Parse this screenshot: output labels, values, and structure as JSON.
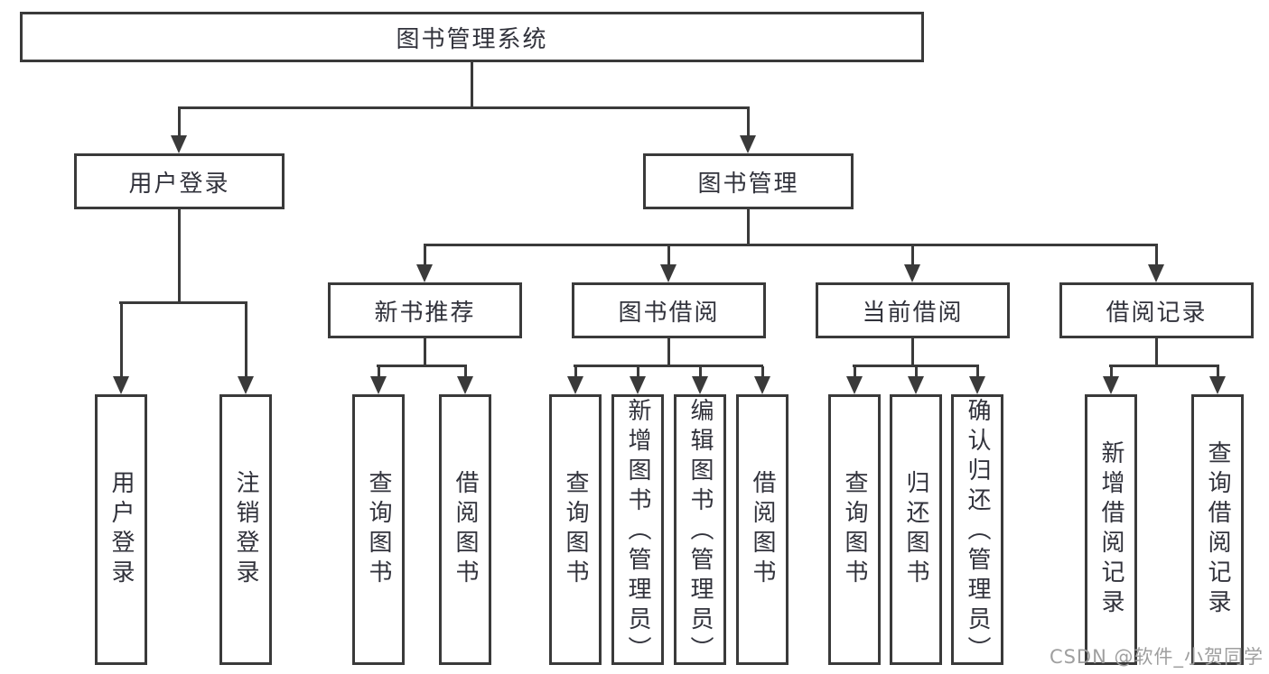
{
  "colors": {
    "line": "#3a3a3a",
    "text": "#31323b",
    "watermark": "#9f9f9f",
    "background": "#ffffff"
  },
  "watermark": {
    "text": "CSDN @软件_小贺同学"
  },
  "diagram": {
    "root": {
      "label": "图书管理系统"
    },
    "user_login": {
      "label": "用户登录",
      "children": {
        "login": {
          "label": "用户登录"
        },
        "logout": {
          "label": "注销登录"
        }
      }
    },
    "book_mgmt": {
      "label": "图书管理",
      "children": {
        "new_books": {
          "label": "新书推荐",
          "children": {
            "query_books": {
              "label": "查询图书"
            },
            "borrow_books": {
              "label": "借阅图书"
            }
          }
        },
        "book_borrow": {
          "label": "图书借阅",
          "children": {
            "query_books": {
              "label": "查询图书"
            },
            "add_books": {
              "label": "新增图书（管理员）"
            },
            "edit_books": {
              "label": "编辑图书（管理员）"
            },
            "borrow_books": {
              "label": "借阅图书"
            }
          }
        },
        "current_borrow": {
          "label": "当前借阅",
          "children": {
            "query_books": {
              "label": "查询图书"
            },
            "return_books": {
              "label": "归还图书"
            },
            "confirm_return": {
              "label": "确认归还（管理员）"
            }
          }
        },
        "borrow_records": {
          "label": "借阅记录",
          "children": {
            "add_record": {
              "label": "新增借阅记录"
            },
            "query_record": {
              "label": "查询借阅记录"
            }
          }
        }
      }
    }
  }
}
